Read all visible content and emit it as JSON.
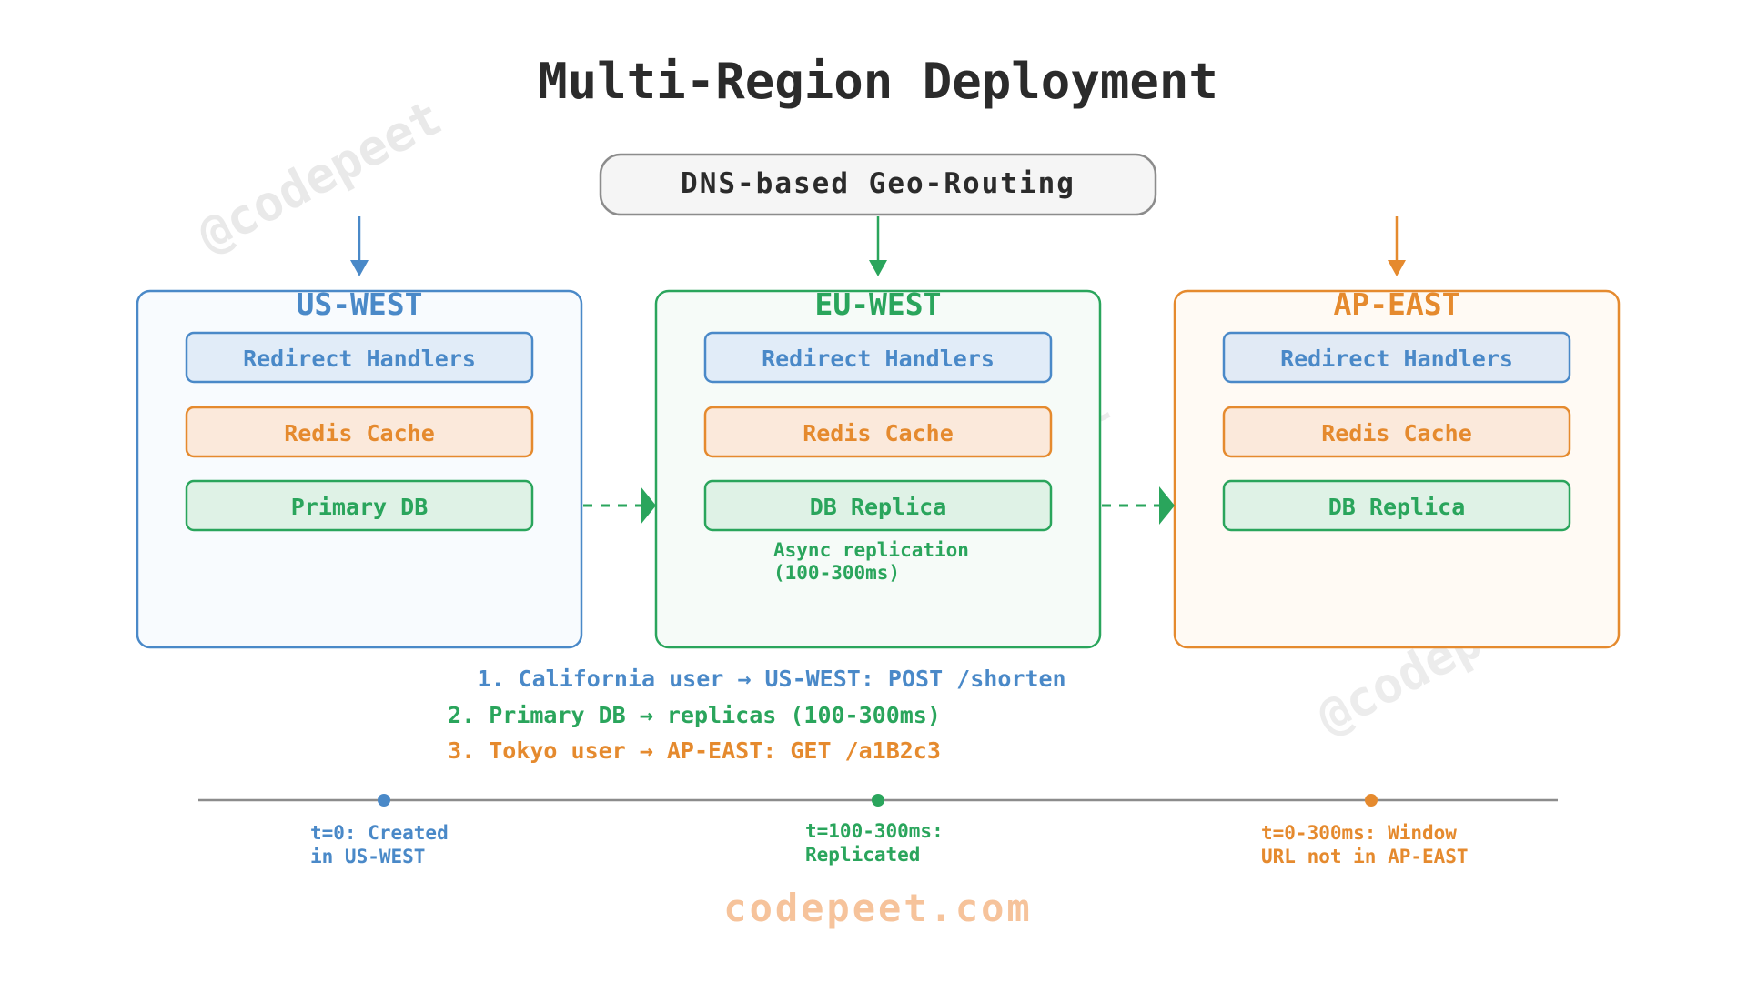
{
  "title": "Multi-Region Deployment",
  "dns_label": "DNS-based Geo-Routing",
  "watermark": "@codepeet",
  "footer": "codepeet.com",
  "colors": {
    "blue": "#4a89c8",
    "green": "#2aa55c",
    "orange": "#e58a2e",
    "gray": "#888888",
    "text_dark": "#2b2b2b"
  },
  "regions": [
    {
      "name": "US-WEST",
      "components": [
        "Redirect Handlers",
        "Redis Cache",
        "Primary DB"
      ]
    },
    {
      "name": "EU-WEST",
      "components": [
        "Redirect Handlers",
        "Redis Cache",
        "DB Replica"
      ],
      "note_line1": "Async replication",
      "note_line2": "(100-300ms)"
    },
    {
      "name": "AP-EAST",
      "components": [
        "Redirect Handlers",
        "Redis Cache",
        "DB Replica"
      ]
    }
  ],
  "steps": [
    "1. California user → US-WEST: POST /shorten",
    "2. Primary DB → replicas (100-300ms)",
    "3. Tokyo user → AP-EAST: GET /a1B2c3"
  ],
  "timeline": [
    {
      "line1": "t=0: Created",
      "line2": "in US-WEST"
    },
    {
      "line1": "t=100-300ms:",
      "line2": "Replicated"
    },
    {
      "line1": "t=0-300ms: Window",
      "line2": "URL not in AP-EAST"
    }
  ]
}
